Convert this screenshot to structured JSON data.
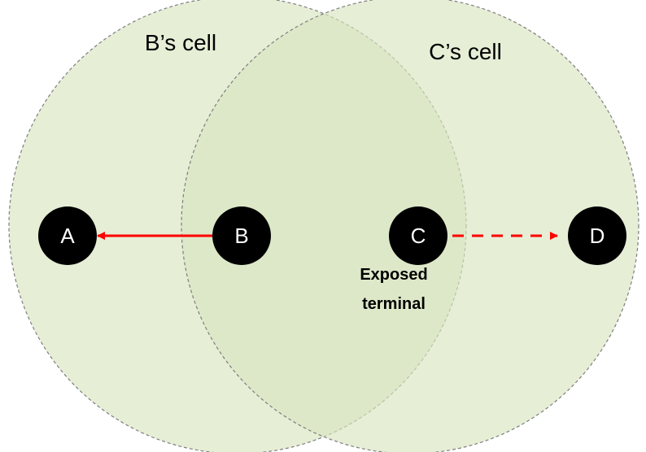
{
  "cells": {
    "b_cell_label": "B’s cell",
    "c_cell_label": "C’s cell"
  },
  "nodes": {
    "a": "A",
    "b": "B",
    "c": "C",
    "d": "D"
  },
  "annotation": {
    "line1": "Exposed",
    "line2": "terminal"
  },
  "colors": {
    "cell_fill": "#d9e5c0",
    "cell_stroke": "#7f7f7f",
    "node_fill": "#000000",
    "arrow": "#ff0000"
  }
}
